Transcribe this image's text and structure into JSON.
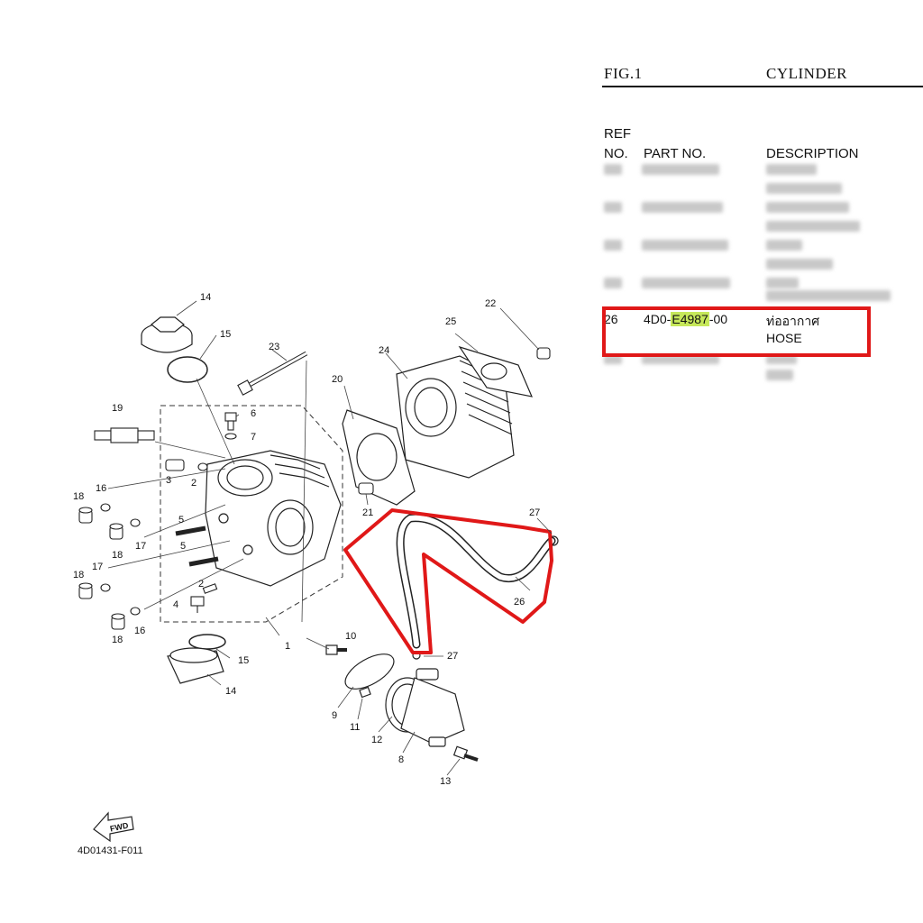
{
  "header": {
    "fig": "FIG.1",
    "title": "CYLINDER"
  },
  "columns": {
    "ref_line1": "REF",
    "ref_line2": "NO.",
    "part_no": "PART NO.",
    "description": "DESCRIPTION"
  },
  "highlighted_row": {
    "ref": "26",
    "part_prefix": "4D0-",
    "part_highlight": "E4987",
    "part_suffix": "-00",
    "desc_thai": "ท่ออากาศ",
    "desc_en": "HOSE"
  },
  "diagram": {
    "code": "4D01431-F011",
    "fwd_label": "FWD",
    "labels": {
      "l1": "1",
      "l2a": "2",
      "l2b": "2",
      "l3": "3",
      "l4": "4",
      "l5a": "5",
      "l5b": "5",
      "l6": "6",
      "l7": "7",
      "l8": "8",
      "l9": "9",
      "l10": "10",
      "l11": "11",
      "l12": "12",
      "l13": "13",
      "l14a": "14",
      "l14b": "14",
      "l15a": "15",
      "l15b": "15",
      "l16a": "16",
      "l16b": "16",
      "l17a": "17",
      "l17b": "17",
      "l18a": "18",
      "l18b": "18",
      "l18c": "18",
      "l18d": "18",
      "l19": "19",
      "l20": "20",
      "l21": "21",
      "l22": "22",
      "l23": "23",
      "l24": "24",
      "l25": "25",
      "l26": "26",
      "l27a": "27",
      "l27b": "27"
    }
  },
  "colors": {
    "highlight_box": "#e01818",
    "part_highlight": "#c6e85a"
  }
}
